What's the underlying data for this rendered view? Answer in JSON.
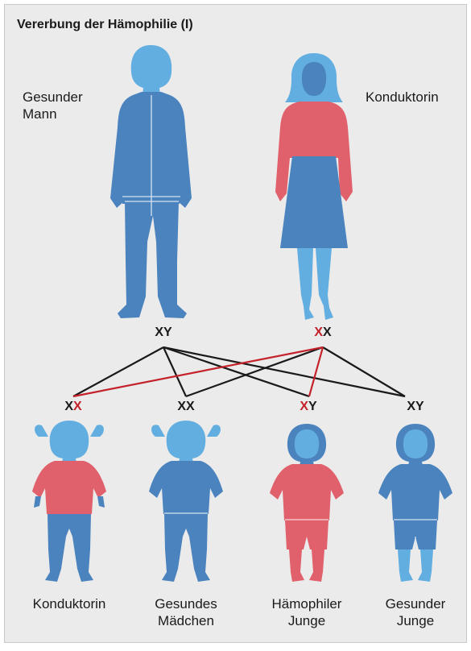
{
  "title": "Vererbung der Hämophilie (I)",
  "parents": {
    "father": {
      "label_line1": "Gesunder",
      "label_line2": "Mann",
      "genotype": {
        "a": "X",
        "b": "Y"
      }
    },
    "mother": {
      "label": "Konduktorin",
      "genotype": {
        "a": "X",
        "b": "X"
      }
    }
  },
  "children": [
    {
      "genotype": {
        "a": "X",
        "b": "X"
      },
      "caption_line1": "Konduktorin",
      "caption_line2": ""
    },
    {
      "genotype": {
        "a": "X",
        "b": "X"
      },
      "caption_line1": "Gesundes",
      "caption_line2": "Mädchen"
    },
    {
      "genotype": {
        "a": "X",
        "b": "Y"
      },
      "caption_line1": "Hämophiler",
      "caption_line2": "Junge"
    },
    {
      "genotype": {
        "a": "X",
        "b": "Y"
      },
      "caption_line1": "Gesunder",
      "caption_line2": "Junge"
    }
  ],
  "colors": {
    "background": "#ebebeb",
    "healthy": "#4a83bd",
    "light": "#62aee0",
    "carrier": "#e0616b",
    "affected_allele": "#c4212b",
    "line": "#1a1a1a"
  }
}
